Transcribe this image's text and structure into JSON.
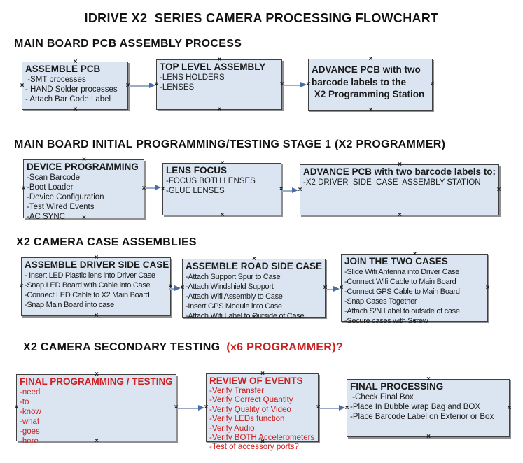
{
  "title": "IDRIVE X2  SERIES CAMERA PROCESSING FLOWCHART",
  "glyphs": {
    "handle": "×"
  },
  "colors": {
    "box_fill": "#dbe5f1",
    "box_border": "#404040",
    "box_shadow": "#8f8f8f",
    "arrow_line": "#9aabc6",
    "arrow_head": "#4a6da8",
    "accent_red": "#cc1f1f",
    "text_black": "#1a1a1a"
  },
  "sections": [
    {
      "heading": "MAIN BOARD PCB ASSEMBLY PROCESS",
      "boxes": [
        {
          "title": "ASSEMBLE PCB",
          "items": [
            " -SMT processes",
            "- HAND Solder processes",
            "- Attach Bar Code Label"
          ]
        },
        {
          "title": "TOP LEVEL ASSEMBLY",
          "items": [
            "-LENS HOLDERS",
            "-LENSES"
          ]
        },
        {
          "title": "",
          "items": [
            "ADVANCE PCB with two",
            "barcode labels to the",
            " X2 Programming Station"
          ]
        }
      ]
    },
    {
      "heading": "MAIN BOARD INITIAL PROGRAMMING/TESTING STAGE 1 (X2 PROGRAMMER)",
      "boxes": [
        {
          "title": "DEVICE PROGRAMMING",
          "items": [
            "-Scan Barcode",
            "-Boot Loader",
            "-Device Configuration",
            "-Test Wired Events",
            "-AC SYNC"
          ]
        },
        {
          "title": "LENS FOCUS",
          "items": [
            "-FOCUS BOTH LENSES",
            "-GLUE LENSES"
          ]
        },
        {
          "title": "ADVANCE PCB with two barcode labels to:",
          "items": [
            "-X2 DRIVER  SIDE  CASE  ASSEMBLY STATION"
          ]
        }
      ]
    },
    {
      "heading": "X2 CAMERA CASE ASSEMBLIES",
      "boxes": [
        {
          "title": "ASSEMBLE DRIVER SIDE CASE",
          "items": [
            "- Insert LED Plastic lens into Driver Case",
            "-Snap LED Board with Cable into Case",
            "-Connect LED Cable to X2 Main Board",
            "-Snap Main Board into case"
          ]
        },
        {
          "title": "ASSEMBLE ROAD SIDE CASE",
          "items": [
            "-Attach Support Spur to Case",
            "-Attach Windshield Support",
            "-Attach Wifi Assembly to Case",
            "-Insert GPS Module into Case",
            "-Attach Wifi Label to Outside of Case"
          ]
        },
        {
          "title": "JOIN THE TWO CASES",
          "items": [
            "-Slide Wifi Antenna into Driver Case",
            "-Connect Wifi Cable to Main Board",
            "-Connect GPS Cable to Main Board",
            "-Snap Cases Together",
            "-Attach S/N Label to outside of case",
            "-Secure cases with Screw"
          ]
        }
      ]
    },
    {
      "heading": "X2 CAMERA SECONDARY TESTING",
      "heading_red": "(x6 PROGRAMMER)?",
      "boxes": [
        {
          "title": "FINAL PROGRAMMING / TESTING",
          "items": [
            "-need",
            "-to",
            "-know",
            "-what",
            "-goes",
            "-here"
          ]
        },
        {
          "title": "REVIEW OF EVENTS",
          "items": [
            "-Verify Transfer",
            "-Verify Correct Quantity",
            "-Verify Quality of Video",
            "-Verify LEDs function",
            "-Verify Audio",
            "-Verify BOTH Accelerometers",
            "-Test of accessory ports?"
          ]
        },
        {
          "title": "FINAL PROCESSING",
          "items": [
            " -Check Final Box",
            "-Place In Bubble wrap Bag and BOX",
            "-Place Barcode Label on Exterior or Box"
          ]
        }
      ]
    }
  ]
}
